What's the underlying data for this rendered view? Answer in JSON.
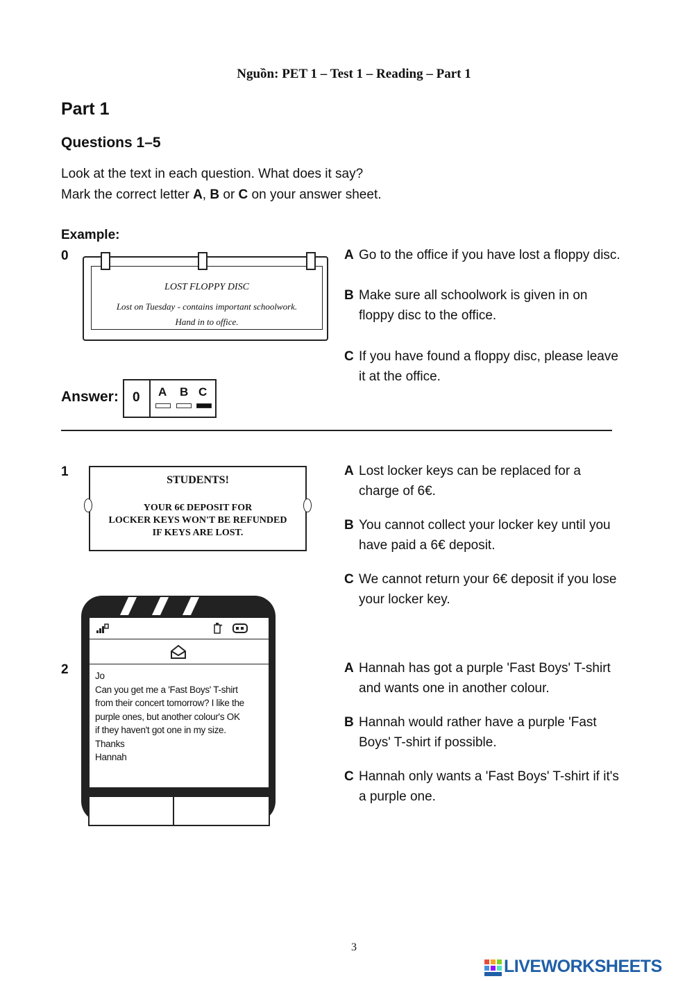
{
  "source": "Nguồn: PET 1 – Test 1 – Reading – Part 1",
  "part_title": "Part 1",
  "questions_title": "Questions 1–5",
  "instructions": {
    "line1": "Look at the text in each question. What does it say?",
    "line2_prefix": "Mark the correct letter ",
    "line2_a": "A",
    "line2_mid1": ", ",
    "line2_b": "B",
    "line2_mid2": " or ",
    "line2_c": "C",
    "line2_suffix": " on your answer sheet."
  },
  "example": {
    "label": "Example:",
    "number": "0",
    "notice": {
      "title": "LOST FLOPPY DISC",
      "line1": "Lost on Tuesday - contains important schoolwork.",
      "line2": "Hand in to office."
    },
    "options": [
      {
        "letter": "A",
        "text": "Go to the office if you have lost a floppy disc."
      },
      {
        "letter": "B",
        "text": "Make sure all schoolwork is given in on floppy disc to the office."
      },
      {
        "letter": "C",
        "text": "If you have found a floppy disc, please leave it at the office."
      }
    ],
    "answer": {
      "label": "Answer:",
      "number": "0",
      "letters": [
        "A",
        "B",
        "C"
      ],
      "selected": "C"
    }
  },
  "questions": [
    {
      "number": "1",
      "notice": {
        "title": "STUDENTS!",
        "body": [
          "YOUR 6€ DEPOSIT FOR",
          "LOCKER KEYS WON'T BE REFUNDED",
          "IF KEYS ARE LOST."
        ]
      },
      "options": [
        {
          "letter": "A",
          "text": "Lost locker keys can be replaced for a charge of 6€."
        },
        {
          "letter": "B",
          "text": "You cannot collect your locker key until you have paid a 6€ deposit."
        },
        {
          "letter": "C",
          "text": "We cannot return your 6€ deposit if you lose your locker key."
        }
      ]
    },
    {
      "number": "2",
      "message": [
        "Jo",
        "Can you get me a 'Fast Boys' T-shirt",
        "from their concert tomorrow? I like the",
        "purple ones, but another colour's OK",
        "if they haven't got one in my size.",
        "Thanks",
        "Hannah"
      ],
      "options": [
        {
          "letter": "A",
          "text": "Hannah has got a purple 'Fast Boys' T-shirt and wants one in another colour."
        },
        {
          "letter": "B",
          "text": "Hannah would rather have a purple 'Fast Boys' T-shirt if possible."
        },
        {
          "letter": "C",
          "text": "Hannah only wants a 'Fast Boys' T-shirt if it's a purple one."
        }
      ]
    }
  ],
  "page_number": "3",
  "logo_text": "LIVEWORKSHEETS"
}
